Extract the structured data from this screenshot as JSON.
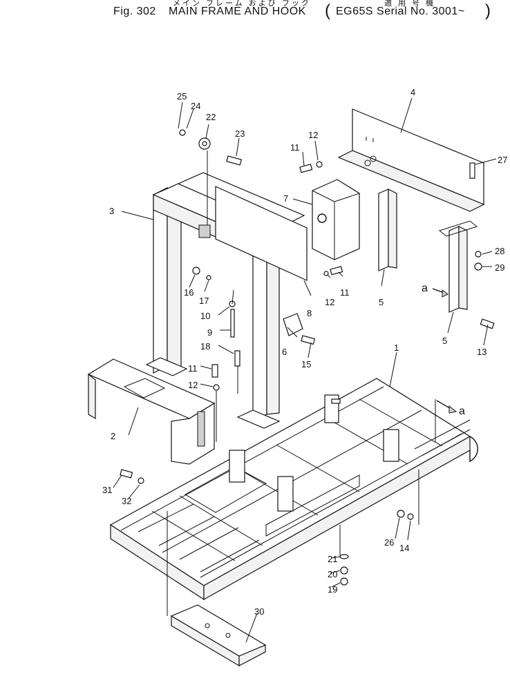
{
  "header": {
    "jp_title": "メイン フレーム および フック",
    "jp_applicable": "適 用 号 機",
    "fig_number": "Fig. 302",
    "title": "MAIN FRAME AND HOOK",
    "applicable_open": "(",
    "serial": "EG65S Serial No. 3001~",
    "applicable_close": ")"
  },
  "parts": [
    "1",
    "2",
    "3",
    "4",
    "5",
    "5",
    "6",
    "7",
    "8",
    "9",
    "10",
    "11",
    "11",
    "11",
    "12",
    "12",
    "12",
    "13",
    "14",
    "15",
    "16",
    "17",
    "18",
    "19",
    "20",
    "21",
    "22",
    "23",
    "24",
    "25",
    "26",
    "27",
    "28",
    "29",
    "30",
    "31",
    "32"
  ],
  "view_marks": [
    "a",
    "a"
  ]
}
